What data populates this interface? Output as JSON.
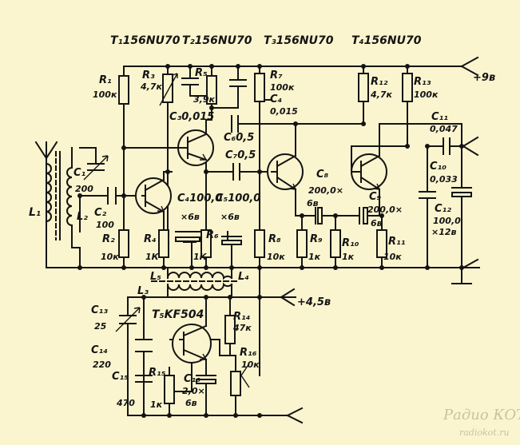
{
  "transistors": {
    "t1": "T₁156NU70",
    "t2": "T₂156NU70",
    "t3": "T₃156NU70",
    "t4": "T₄156NU70",
    "t5": "T₅KF504"
  },
  "supply": {
    "v9": "+9в",
    "v45": "+4,5в"
  },
  "resistors": {
    "r1": "R₁",
    "r1v": "100к",
    "r2": "R₂",
    "r2v": "10к",
    "r3": "R₃",
    "r3v": "4,7к",
    "r4": "R₄",
    "r4v": "1К",
    "r5": "R₅",
    "r5v": "3,9к",
    "r6": "R₆",
    "r6v": "1К",
    "r7": "R₇",
    "r7v": "100к",
    "r8": "R₈",
    "r8v": "10к",
    "r9": "R₉",
    "r9v": "1к",
    "r10": "R₁₀",
    "r10v": "1к",
    "r11": "R₁₁",
    "r11v": "10к",
    "r12": "R₁₂",
    "r12v": "4,7к",
    "r13": "R₁₃",
    "r13v": "100к",
    "r14": "R₁₄",
    "r14v": "47к",
    "r15": "R₁₅",
    "r15v": "1к",
    "r16": "R₁₆",
    "r16v": "10к"
  },
  "capacitors": {
    "c1": "C₁",
    "c1v": "200",
    "c2": "C₂",
    "c2v": "100",
    "c3": "C₃0,015",
    "c4": "C₄",
    "c4v": "0,015",
    "c4e": "C₄100,0",
    "c4ev": "×6в",
    "c5": "C₅100,0",
    "c5v": "×6в",
    "c6": "C₆0,5",
    "c7": "C₇0,5",
    "c8": "C₈",
    "c8v": "200,0×",
    "c8v2": "6в",
    "c9": "C₉",
    "c9v": "200,0×",
    "c9v2": "6в",
    "c10": "C₁₀",
    "c10v": "0,033",
    "c11": "C₁₁",
    "c11v": "0,047",
    "c12": "C₁₂",
    "c12v": "100,0",
    "c12v2": "×12в",
    "c13": "C₁₃",
    "c13v": "25",
    "c14": "C₁₄",
    "c14v": "220",
    "c15": "C₁₅",
    "c15v": "470",
    "c16": "C₁₆",
    "c16v": "2,0×",
    "c16v2": "6в"
  },
  "inductors": {
    "l1": "L₁",
    "l2": "L₂",
    "l3": "L₃",
    "l4": "L₄",
    "l5": "L₅"
  },
  "watermark": {
    "brand": "Радио КОТ",
    "url": "radiokot.ru"
  }
}
